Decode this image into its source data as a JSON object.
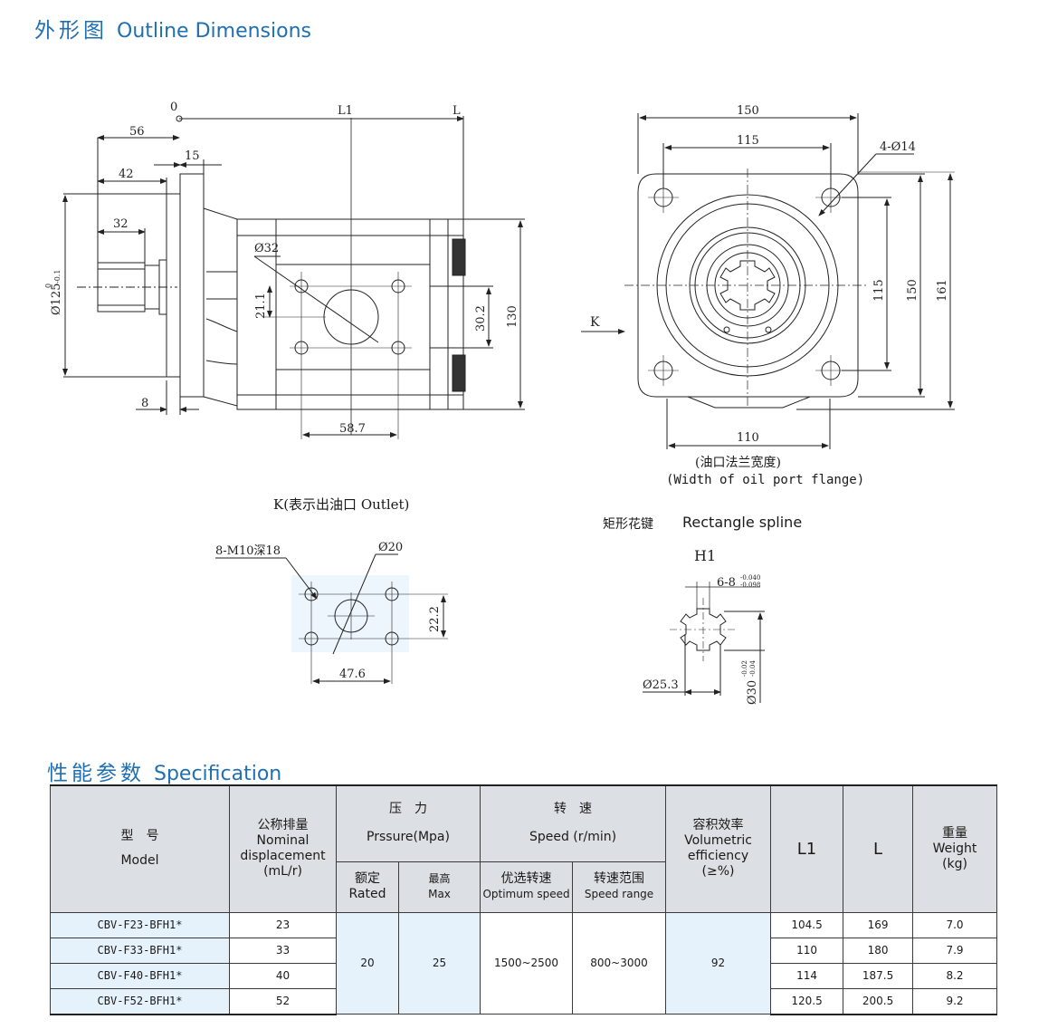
{
  "header": {
    "title_cn": "外形图",
    "title_en": "Outline Dimensions"
  },
  "drawing_front": {
    "dims": {
      "origin": "0",
      "L1": "L1",
      "L": "L",
      "d56": "56",
      "d42": "42",
      "d32": "32",
      "d15": "15",
      "d8": "8",
      "dia125": "Ø125",
      "tol125_up": "0",
      "tol125_dn": "-0.1",
      "dia32": "Ø32",
      "d21_1": "21.1",
      "d30_2": "30.2",
      "d130": "130",
      "d58_7": "58.7"
    },
    "caption": "K(表示出油口 Outlet)"
  },
  "drawing_side": {
    "dims": {
      "d150_top": "150",
      "d115_top": "115",
      "holes": "4-Ø14",
      "d115_v": "115",
      "d150_v": "150",
      "d161": "161",
      "d110": "110",
      "k": "K"
    },
    "caption_cn": "(油口法兰宽度)",
    "caption_en": "(Width of oil port flange)"
  },
  "drawing_port": {
    "dims": {
      "threads": "8-M10深18",
      "dia20": "Ø20",
      "d22_2": "22.2",
      "d47_6": "47.6"
    }
  },
  "drawing_spline": {
    "caption_cn": "矩形花键",
    "caption_en": "Rectangle spline",
    "h1": "H1",
    "dims": {
      "spec": "6-8",
      "spec_up": "-0.040",
      "spec_dn": "-0.098",
      "dia25": "Ø25.3",
      "dia30": "Ø30",
      "dia30_up": "-0.02",
      "dia30_dn": "-0.04"
    }
  },
  "spec_section": {
    "title_cn": "性能参数",
    "title_en": "Specification"
  },
  "table": {
    "headers": {
      "model_cn": "型　号",
      "model_en": "Model",
      "disp_cn": "公称排量",
      "disp_en1": "Nominal",
      "disp_en2": "displacement",
      "disp_unit": "(mL/r)",
      "pressure_cn": "压　力",
      "pressure_en": "Prssure(Mpa)",
      "rated_cn": "额定",
      "rated_en": "Rated",
      "max_cn": "最高",
      "max_en": "Max",
      "speed_cn": "转　速",
      "speed_en": "Speed (r/min)",
      "opt_cn": "优选转速",
      "opt_en": "Optimum speed",
      "range_cn": "转速范围",
      "range_en": "Speed range",
      "vol_cn": "容积效率",
      "vol_en1": "Volumetric",
      "vol_en2": "efficiency",
      "vol_unit": "(≥%)",
      "l1": "L1",
      "l": "L",
      "weight_cn": "重量",
      "weight_en": "Weight",
      "weight_unit": "(kg)"
    },
    "shared": {
      "rated": "20",
      "max": "25",
      "optimum": "1500~2500",
      "range": "800~3000",
      "vol_eff": "92"
    },
    "rows": [
      {
        "model": "CBV-F23-BFH1*",
        "disp": "23",
        "l1": "104.5",
        "l": "169",
        "weight": "7.0"
      },
      {
        "model": "CBV-F33-BFH1*",
        "disp": "33",
        "l1": "110",
        "l": "180",
        "weight": "7.9"
      },
      {
        "model": "CBV-F40-BFH1*",
        "disp": "40",
        "l1": "114",
        "l": "187.5",
        "weight": "8.2"
      },
      {
        "model": "CBV-F52-BFH1*",
        "disp": "52",
        "l1": "120.5",
        "l": "200.5",
        "weight": "9.2"
      }
    ]
  }
}
